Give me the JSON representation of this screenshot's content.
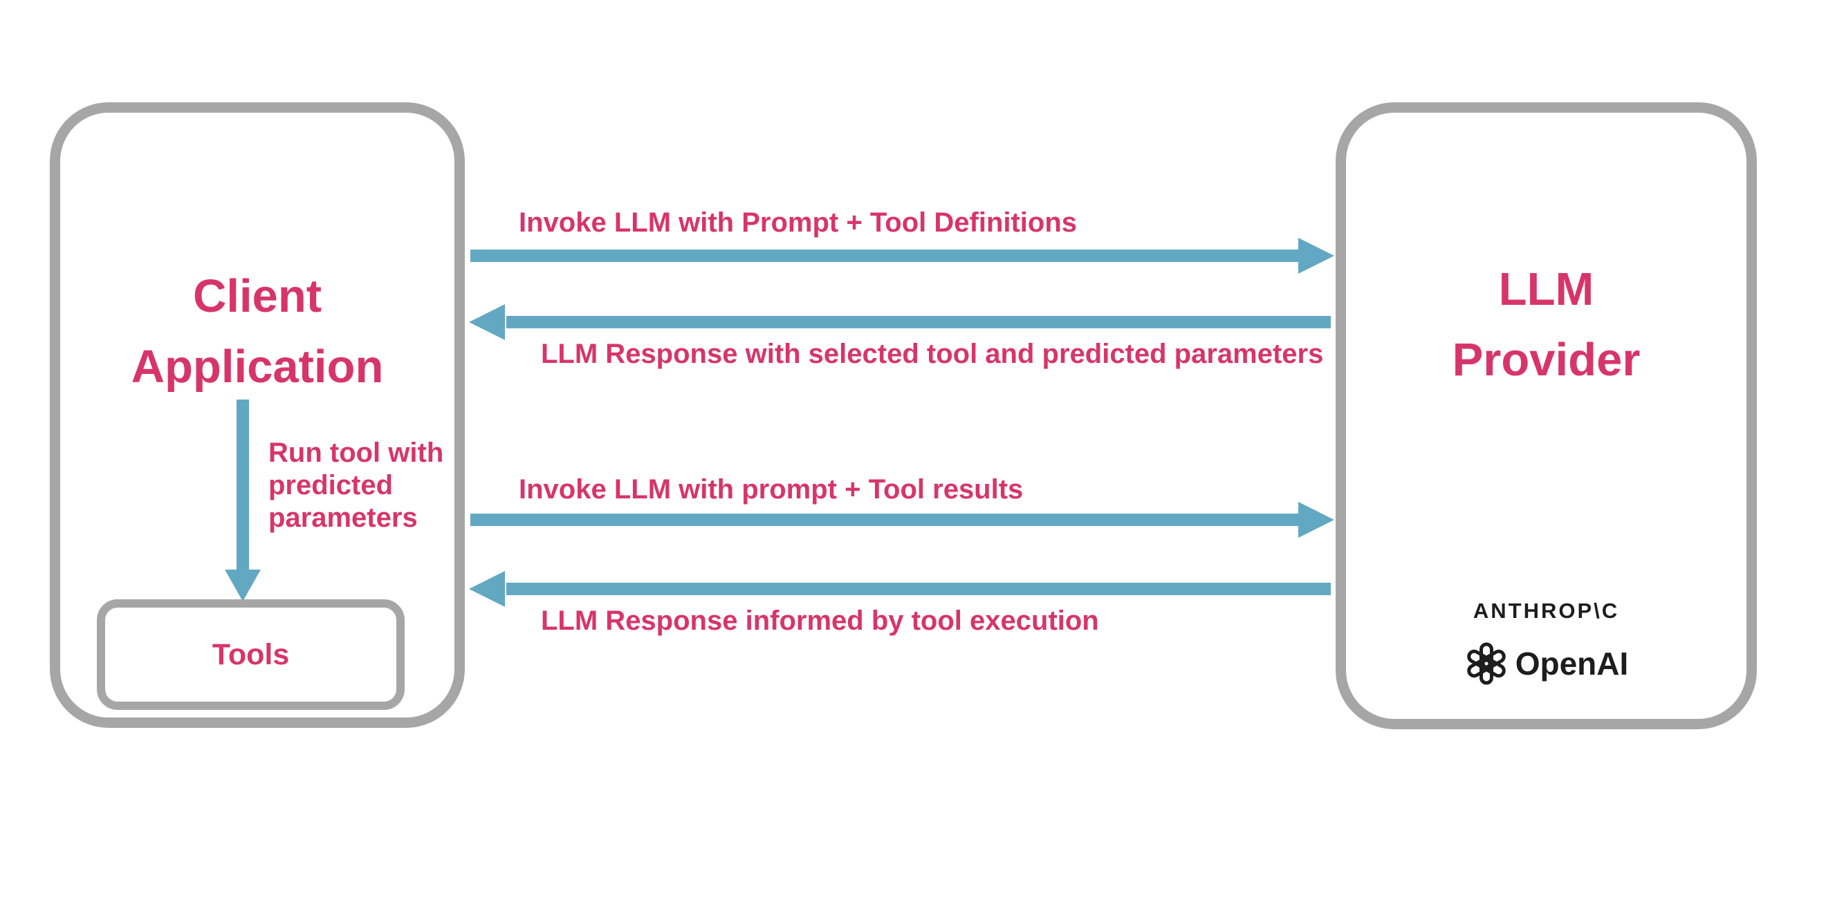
{
  "diagram": {
    "client_box": {
      "title_line1": "Client",
      "title_line2": "Application"
    },
    "tools_box": {
      "label": "Tools"
    },
    "llm_box": {
      "title_line1": "LLM",
      "title_line2": "Provider"
    },
    "run_tool_note": {
      "line1": "Run tool with",
      "line2": "predicted",
      "line3": "parameters"
    },
    "arrows": [
      {
        "direction": "right",
        "label": "Invoke LLM with Prompt + Tool Definitions"
      },
      {
        "direction": "left",
        "label": "LLM Response with selected tool and predicted parameters"
      },
      {
        "direction": "right",
        "label": "Invoke LLM with prompt + Tool results"
      },
      {
        "direction": "left",
        "label": "LLM Response informed by tool execution"
      }
    ],
    "providers": [
      {
        "name": "ANTHROP\\C"
      },
      {
        "name": "OpenAI"
      }
    ],
    "colors": {
      "pink": "#d7356a",
      "blue": "#63a8c2",
      "gray": "#a6a6a6",
      "logo_black": "#1d1d1d"
    }
  }
}
